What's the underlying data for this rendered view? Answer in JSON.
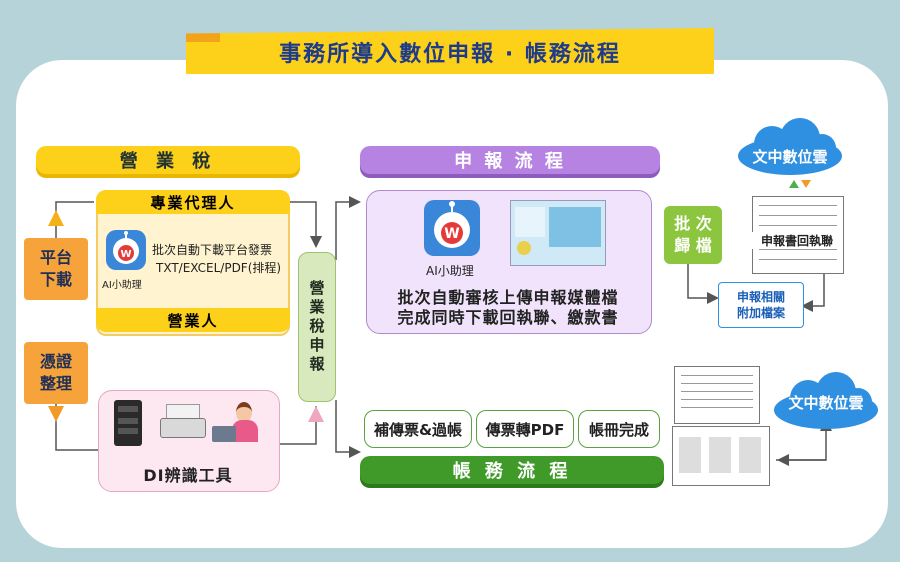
{
  "title": "事務所導入數位申報 · 帳務流程",
  "colors": {
    "accent": "#fdd01a",
    "purple": "#b783e3",
    "green": "#3f9a2a",
    "orange": "#f6a33c",
    "cloud": "#2f8fe0"
  },
  "left": {
    "business_tax": "營  業  稅",
    "agent": "專業代理人",
    "robot_label": "AI小助理",
    "robot_desc_1": "批次自動下載平台發票",
    "robot_desc_2": "TXT/EXCEL/PDF(排程)",
    "business_person": "營業人",
    "platform_download": "平台\n下載",
    "voucher_sorting": "憑證\n整理",
    "di_tool": "DI辨識工具"
  },
  "center": {
    "vertical_bar": "營業稅申報",
    "filing_flow": "申 報 流 程",
    "robot_label": "AI小助理",
    "filing_desc_1": "批次自動審核上傳申報媒體檔",
    "filing_desc_2": "完成同時下載回執聯、繳款書",
    "accounting_flow": "帳   務   流   程",
    "step1": "補傳票&過帳",
    "step2": "傳票轉PDF",
    "step3": "帳冊完成"
  },
  "right": {
    "cloud1": "文中數位雲",
    "cloud2": "文中數位雲",
    "batch_archive": "批 次\n歸 檔",
    "receipt_doc": "申報書回執聯",
    "attach": "申報相關\n附加檔案"
  }
}
